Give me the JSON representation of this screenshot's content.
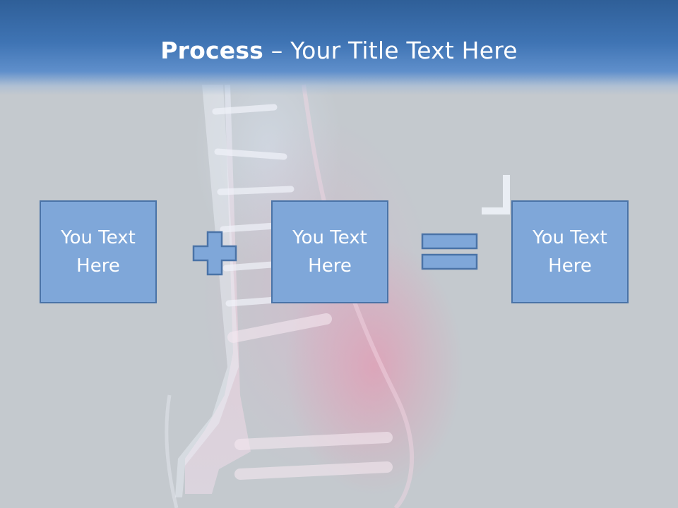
{
  "slide": {
    "title_bold": "Process",
    "title_rest": " – Your Title Text Here",
    "boxes": [
      {
        "text": "You Text Here"
      },
      {
        "text": "You Text Here"
      },
      {
        "text": "You Text Here"
      }
    ],
    "operators": [
      "plus-icon",
      "equals-icon"
    ],
    "colors": {
      "title_band": "#3f74b4",
      "box_fill": "#7fa7d9",
      "box_border": "#4a73a7",
      "background": "#c4c9ce"
    }
  }
}
